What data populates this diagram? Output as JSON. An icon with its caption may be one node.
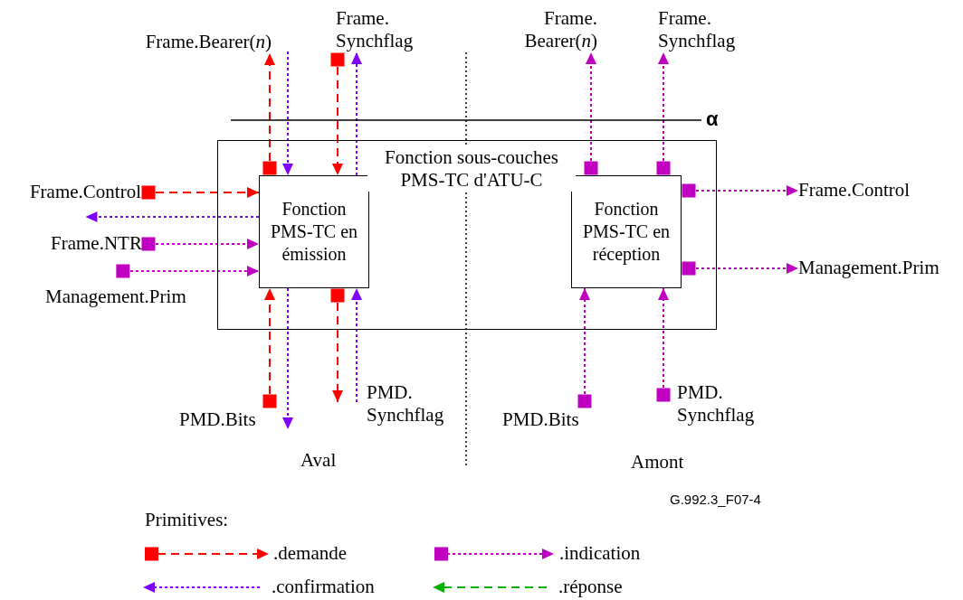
{
  "diagram": {
    "nodes": [
      {
        "text": [
          "Fonction sous-couches PMS-TC d'ATU-C"
        ]
      },
      {
        "text": [
          "Fonction PMS-TC en émission"
        ],
        "in": 0
      },
      {
        "text": [
          "Fonction PMS-TC en réception"
        ],
        "in": 0
      },
      {
        "text": [
          "Frame.Bearer(*n*)"
        ]
      },
      {
        "text": [
          "Frame. Synchflag"
        ]
      },
      {
        "text": [
          "Frame. Bearer(*n*)"
        ]
      },
      {
        "text": [
          "Frame. Synchflag"
        ]
      },
      {
        "text": [
          "Frame.Control"
        ]
      },
      {
        "text": [
          "Frame.NTR"
        ]
      },
      {
        "text": [
          "Management.Prim"
        ]
      },
      {
        "text": [
          "Frame.Control"
        ]
      },
      {
        "text": [
          "Management.Prim"
        ]
      },
      {
        "text": [
          "PMD.Bits"
        ]
      },
      {
        "text": [
          "PMD. Synchflag"
        ]
      },
      {
        "text": [
          "PMD.Bits"
        ]
      },
      {
        "text": [
          "PMD. Synchflag"
        ]
      }
    ],
    "edges": [
      {
        "from": 1,
        "to": 3,
        "arrow": "to",
        "style": "dashed",
        "color": "#ff0000"
      },
      {
        "from": 3,
        "to": 1,
        "arrow": "to",
        "style": "dashed",
        "color": "#7f00ff"
      },
      {
        "from": 4,
        "to": 1,
        "arrow": "to",
        "style": "dashed",
        "color": "#ff0000"
      },
      {
        "from": 1,
        "to": 4,
        "arrow": "to",
        "style": "dashed",
        "color": "#7f00ff"
      },
      {
        "from": 7,
        "to": 1,
        "arrow": "to",
        "style": "dashed",
        "color": "#ff0000"
      },
      {
        "from": 1,
        "to": 7,
        "arrow": "to",
        "style": "dashed",
        "color": "#7f00ff"
      },
      {
        "from": 8,
        "to": 1,
        "arrow": "to",
        "style": "dashed",
        "color": "#c000c0"
      },
      {
        "from": 9,
        "to": 1,
        "arrow": "to",
        "style": "dashed",
        "color": "#c000c0"
      },
      {
        "from": 12,
        "to": 1,
        "arrow": "to",
        "style": "dashed",
        "color": "#ff0000"
      },
      {
        "from": 1,
        "to": 12,
        "arrow": "to",
        "style": "dashed",
        "color": "#7f00ff"
      },
      {
        "from": 1,
        "to": 13,
        "arrow": "to",
        "style": "dashed",
        "color": "#ff0000"
      },
      {
        "from": 13,
        "to": 1,
        "arrow": "to",
        "style": "dashed",
        "color": "#7f00ff"
      },
      {
        "from": 2,
        "to": 5,
        "arrow": "to",
        "style": "dashed",
        "color": "#c000c0"
      },
      {
        "from": 2,
        "to": 6,
        "arrow": "to",
        "style": "dashed",
        "color": "#c000c0"
      },
      {
        "from": 2,
        "to": 10,
        "arrow": "to",
        "style": "dashed",
        "color": "#c000c0"
      },
      {
        "from": 2,
        "to": 11,
        "arrow": "to",
        "style": "dashed",
        "color": "#c000c0"
      },
      {
        "from": 14,
        "to": 2,
        "arrow": "to",
        "style": "dashed",
        "color": "#c000c0"
      },
      {
        "from": 15,
        "to": 2,
        "arrow": "to",
        "style": "dashed",
        "color": "#c000c0"
      }
    ],
    "labels": [
      "α",
      "Aval",
      "Amont",
      "G.992.3_F07-4",
      "Primitives:"
    ],
    "legend": [
      {
        "text": ".demande"
      },
      {
        "text": ".indication"
      },
      {
        "text": ".confirmation"
      },
      {
        "text": ".réponse"
      }
    ]
  }
}
